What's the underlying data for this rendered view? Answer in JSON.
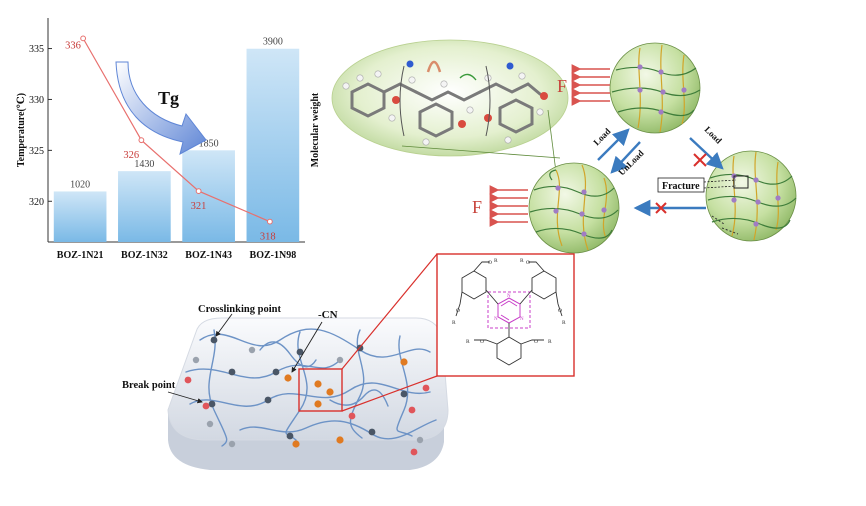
{
  "chart_data": {
    "type": "bar",
    "categories": [
      "BOZ-1N21",
      "BOZ-1N32",
      "BOZ-1N43",
      "BOZ-1N98"
    ],
    "series": [
      {
        "name": "Molecular weight",
        "values": [
          1020,
          1430,
          1850,
          3900
        ],
        "axis": "right"
      },
      {
        "name": "Tg",
        "values": [
          336,
          326,
          321,
          318
        ],
        "axis": "left",
        "type": "line"
      }
    ],
    "bar_labels": [
      "1020",
      "1430",
      "1850",
      "3900"
    ],
    "line_labels": [
      "336",
      "326",
      "321",
      "318"
    ],
    "ylabel": "Temperature(℃)",
    "ylabel_right": "Molecular weight",
    "ylim": [
      316,
      338
    ],
    "yticks": [
      "335",
      "330",
      "325",
      "320"
    ],
    "annotation": "Tg",
    "colors": {
      "bar_top": "#cfe6f7",
      "bar_bottom": "#6fb3e3",
      "line": "#e8706e",
      "label": "#c83c3a"
    }
  },
  "diagram": {
    "force_label": "F",
    "load_label": "Load",
    "unload_label": "UnLoad",
    "fracture_label": "Fracture",
    "crosslink_label": "Crosslinking point",
    "cn_label": "-CN",
    "break_label": "Break point",
    "substituent": "R",
    "oxygen": "O",
    "colors": {
      "arrow_blue": "#3b7bbf",
      "force_red": "#d9534f",
      "sphere": "#c6e0a2",
      "box_red": "#d9302c",
      "triazine": "#c83fc8"
    }
  }
}
